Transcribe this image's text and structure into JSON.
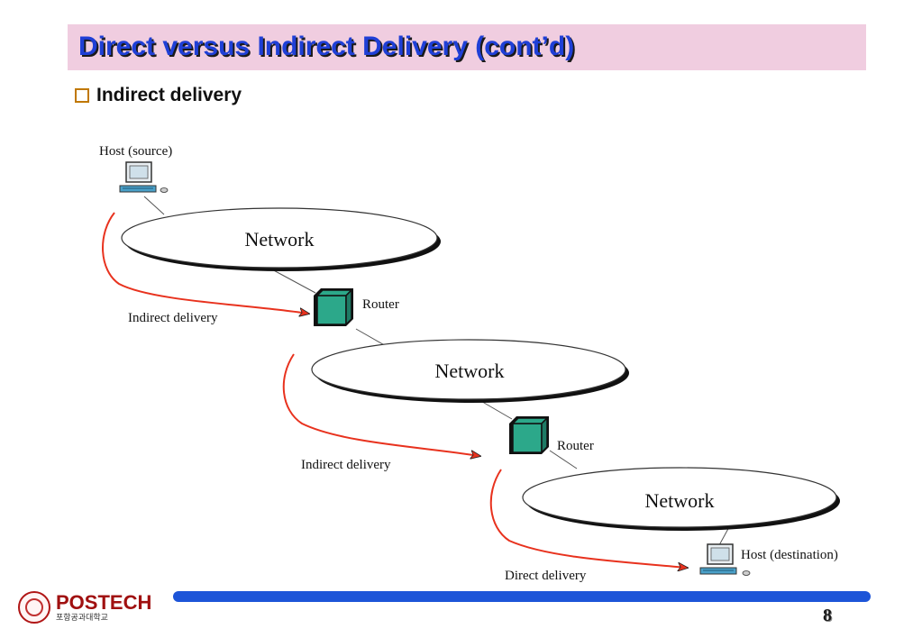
{
  "slide": {
    "title": "Direct versus Indirect Delivery (cont’d)",
    "bullet": "Indirect delivery",
    "page_number": "8"
  },
  "diagram": {
    "host_source_label": "Host (source)",
    "host_destination_label": "Host (destination)",
    "networks": [
      "Network",
      "Network",
      "Network"
    ],
    "routers": [
      "Router",
      "Router"
    ],
    "deliveries": [
      "Indirect delivery",
      "Indirect delivery",
      "Direct delivery"
    ]
  },
  "logo": {
    "name": "POSTECH",
    "subtitle": "포항공과대학교"
  },
  "colors": {
    "title_bg": "#f0cde0",
    "title_text": "#1f3fd6",
    "arrow": "#e8321e",
    "router": "#2ca88a",
    "footer_bar": "#1d55d8"
  }
}
